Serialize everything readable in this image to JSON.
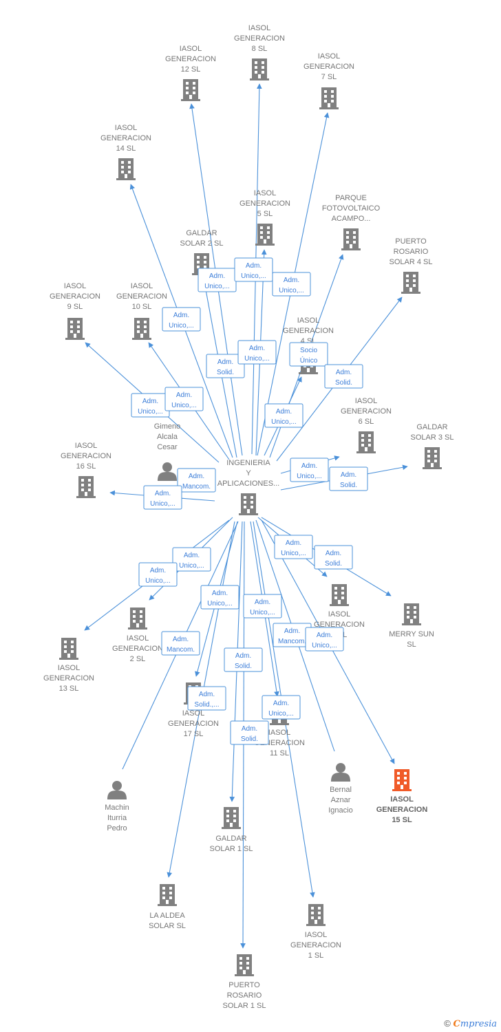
{
  "colors": {
    "edge": "#4a90d9",
    "company": "#808080",
    "highlight": "#f05a28",
    "person": "#808080"
  },
  "center": {
    "lines": [
      "INGENIERIA",
      "Y",
      "APLICACIONES..."
    ]
  },
  "nodes": [
    {
      "id": "g8",
      "type": "company",
      "lines": [
        "IASOL",
        "GENERACION",
        "8  SL"
      ]
    },
    {
      "id": "g12",
      "type": "company",
      "lines": [
        "IASOL",
        "GENERACION",
        "12  SL"
      ]
    },
    {
      "id": "g7",
      "type": "company",
      "lines": [
        "IASOL",
        "GENERACION",
        "7  SL"
      ]
    },
    {
      "id": "g14",
      "type": "company",
      "lines": [
        "IASOL",
        "GENERACION",
        "14  SL"
      ]
    },
    {
      "id": "g5",
      "type": "company",
      "lines": [
        "IASOL",
        "GENERACION",
        "5  SL"
      ]
    },
    {
      "id": "pfa",
      "type": "company",
      "lines": [
        "PARQUE",
        "FOTOVOLTAICO",
        "ACAMPO..."
      ]
    },
    {
      "id": "gs2",
      "type": "company",
      "lines": [
        "GALDAR",
        "SOLAR 2  SL"
      ]
    },
    {
      "id": "pr4",
      "type": "company",
      "lines": [
        "PUERTO",
        "ROSARIO",
        "SOLAR 4  SL"
      ]
    },
    {
      "id": "g9",
      "type": "company",
      "lines": [
        "IASOL",
        "GENERACION",
        "9  SL"
      ]
    },
    {
      "id": "g10",
      "type": "company",
      "lines": [
        "IASOL",
        "GENERACION",
        "10  SL"
      ]
    },
    {
      "id": "g4",
      "type": "company",
      "lines": [
        "IASOL",
        "GENERACION",
        "4  SL"
      ]
    },
    {
      "id": "g6",
      "type": "company",
      "lines": [
        "IASOL",
        "GENERACION",
        "6  SL"
      ]
    },
    {
      "id": "gs3",
      "type": "company",
      "lines": [
        "GALDAR",
        "SOLAR 3  SL"
      ]
    },
    {
      "id": "gac",
      "type": "person",
      "lines": [
        "Gimeno",
        "Alcala",
        "Cesar"
      ]
    },
    {
      "id": "g16",
      "type": "company",
      "lines": [
        "IASOL",
        "GENERACION",
        "16  SL"
      ]
    },
    {
      "id": "g3",
      "type": "company",
      "lines": [
        "IASOL",
        "GENERACION",
        "3  SL"
      ]
    },
    {
      "id": "ms",
      "type": "company",
      "lines": [
        "MERRY SUN",
        "SL"
      ]
    },
    {
      "id": "g2",
      "type": "company",
      "lines": [
        "IASOL",
        "GENERACION",
        "2  SL"
      ]
    },
    {
      "id": "g13",
      "type": "company",
      "lines": [
        "IASOL",
        "GENERACION",
        "13  SL"
      ]
    },
    {
      "id": "g17",
      "type": "company",
      "lines": [
        "IASOL",
        "GENERACION",
        "17  SL"
      ]
    },
    {
      "id": "g11",
      "type": "company",
      "lines": [
        "IASOL",
        "GENERACION",
        "11  SL"
      ]
    },
    {
      "id": "bai",
      "type": "person",
      "lines": [
        "Bernal",
        "Aznar",
        "Ignacio"
      ]
    },
    {
      "id": "g15",
      "type": "highlight",
      "lines": [
        "IASOL",
        "GENERACION",
        "15  SL"
      ]
    },
    {
      "id": "mip",
      "type": "person",
      "lines": [
        "Machin",
        "Iturria",
        "Pedro"
      ]
    },
    {
      "id": "gs1",
      "type": "company",
      "lines": [
        "GALDAR",
        "SOLAR 1  SL"
      ]
    },
    {
      "id": "las",
      "type": "company",
      "lines": [
        "LA ALDEA",
        "SOLAR  SL"
      ]
    },
    {
      "id": "g1",
      "type": "company",
      "lines": [
        "IASOL",
        "GENERACION",
        "1  SL"
      ]
    },
    {
      "id": "pr1",
      "type": "company",
      "lines": [
        "PUERTO",
        "ROSARIO",
        "SOLAR 1  SL"
      ]
    }
  ],
  "relations": [
    {
      "lines": [
        "Adm.",
        "Unico,..."
      ]
    },
    {
      "lines": [
        "Adm.",
        "Unico,..."
      ]
    },
    {
      "lines": [
        "Adm.",
        "Unico,..."
      ]
    },
    {
      "lines": [
        "Adm.",
        "Unico,..."
      ]
    },
    {
      "lines": [
        "Adm.",
        "Solid."
      ]
    },
    {
      "lines": [
        "Adm.",
        "Unico,..."
      ]
    },
    {
      "lines": [
        "Socio",
        "Único"
      ]
    },
    {
      "lines": [
        "Adm.",
        "Solid."
      ]
    },
    {
      "lines": [
        "Adm.",
        "Unico,..."
      ]
    },
    {
      "lines": [
        "Adm.",
        "Unico,..."
      ]
    },
    {
      "lines": [
        "Adm.",
        "Unico,..."
      ]
    },
    {
      "lines": [
        "Adm.",
        "Unico,..."
      ]
    },
    {
      "lines": [
        "Adm.",
        "Solid."
      ]
    },
    {
      "lines": [
        "Adm.",
        "Mancom."
      ]
    },
    {
      "lines": [
        "Adm.",
        "Unico,..."
      ]
    },
    {
      "lines": [
        "Adm.",
        "Unico,..."
      ]
    },
    {
      "lines": [
        "Adm.",
        "Solid."
      ]
    },
    {
      "lines": [
        "Adm.",
        "Unico,..."
      ]
    },
    {
      "lines": [
        "Adm.",
        "Unico,..."
      ]
    },
    {
      "lines": [
        "Adm.",
        "Unico,..."
      ]
    },
    {
      "lines": [
        "Adm.",
        "Unico,..."
      ]
    },
    {
      "lines": [
        "Adm.",
        "Mancom."
      ]
    },
    {
      "lines": [
        "Adm.",
        "Mancom."
      ]
    },
    {
      "lines": [
        "Adm.",
        "Unico,..."
      ]
    },
    {
      "lines": [
        "Adm.",
        "Solid."
      ]
    },
    {
      "lines": [
        "Adm.",
        "Solid.,..."
      ]
    },
    {
      "lines": [
        "Adm.",
        "Unico,..."
      ]
    },
    {
      "lines": [
        "Adm.",
        "Solid."
      ]
    }
  ],
  "footer": {
    "copyright": "©",
    "brand_first": "C",
    "brand_rest": "mpresia"
  }
}
